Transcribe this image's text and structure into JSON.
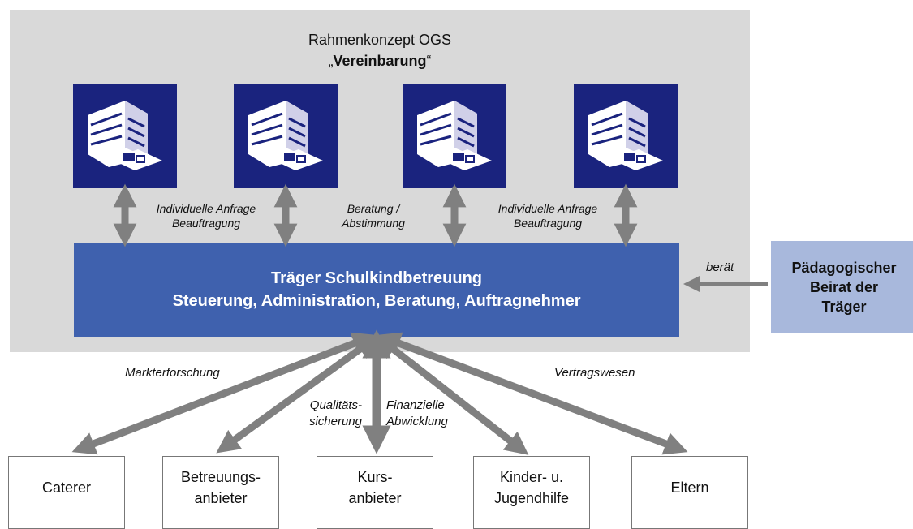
{
  "header": {
    "title_line1": "Rahmenkonzept OGS",
    "title_open_quote": "„",
    "title_bold": "Vereinbarung",
    "title_close_quote": "“"
  },
  "center_box": {
    "line1": "Träger Schulkindbetreuung",
    "line2": "Steuerung, Administration, Beratung, Auftragnehmer"
  },
  "side_box": {
    "line1": "Pädagogischer",
    "line2": "Beirat der",
    "line3": "Träger"
  },
  "labels": {
    "anfrage_left_1": "Individuelle Anfrage",
    "anfrage_left_2": "Beauftragung",
    "beratung_1": "Beratung /",
    "beratung_2": "Abstimmung",
    "anfrage_right_1": "Individuelle Anfrage",
    "anfrage_right_2": "Beauftragung",
    "beraet": "berät",
    "markt": "Markterforschung",
    "quali_1": "Qualitäts-",
    "quali_2": "sicherung",
    "finanz_1": "Finanzielle",
    "finanz_2": "Abwicklung",
    "vertrag": "Vertragswesen"
  },
  "bottom_boxes": {
    "caterer": [
      "Caterer"
    ],
    "betreuung": [
      "Betreuungs-",
      "anbieter"
    ],
    "kurs": [
      "Kurs-",
      "anbieter"
    ],
    "kinder": [
      "Kinder- u.",
      "Jugendhilfe"
    ],
    "eltern": [
      "Eltern"
    ]
  },
  "colors": {
    "panel": "#d9d9d9",
    "school_icon_bg": "#1a237e",
    "center_box": "#3f61ae",
    "side_box": "#a8b8dc",
    "arrows": "#808080"
  },
  "icons": [
    "school-building-icon"
  ]
}
